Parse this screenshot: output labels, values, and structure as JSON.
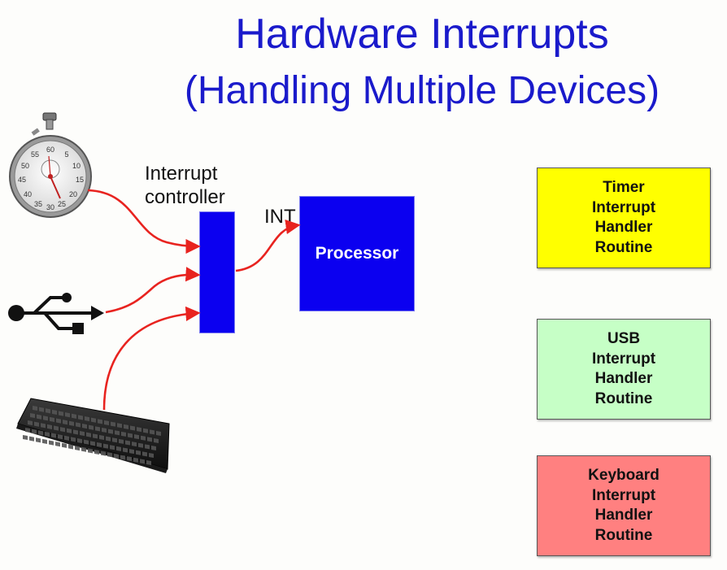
{
  "title": {
    "line1": "Hardware Interrupts",
    "line2": "(Handling Multiple Devices)"
  },
  "labels": {
    "controller_line1": "Interrupt",
    "controller_line2": "controller",
    "int": "INT",
    "processor": "Processor"
  },
  "devices": {
    "timer_icon": "stopwatch-icon",
    "usb_icon": "usb-icon",
    "keyboard_icon": "keyboard-icon"
  },
  "handlers": [
    {
      "lines": [
        "Timer",
        "Interrupt",
        "Handler",
        "Routine"
      ],
      "color": "#ffff00"
    },
    {
      "lines": [
        "USB",
        "Interrupt",
        "Handler",
        "Routine"
      ],
      "color": "#c6ffc6"
    },
    {
      "lines": [
        "Keyboard",
        "Interrupt",
        "Handler",
        "Routine"
      ],
      "color": "#ff8080"
    }
  ],
  "colors": {
    "title": "#1a1acb",
    "blocks": "#0b00f0",
    "arrows": "#e8231f"
  }
}
